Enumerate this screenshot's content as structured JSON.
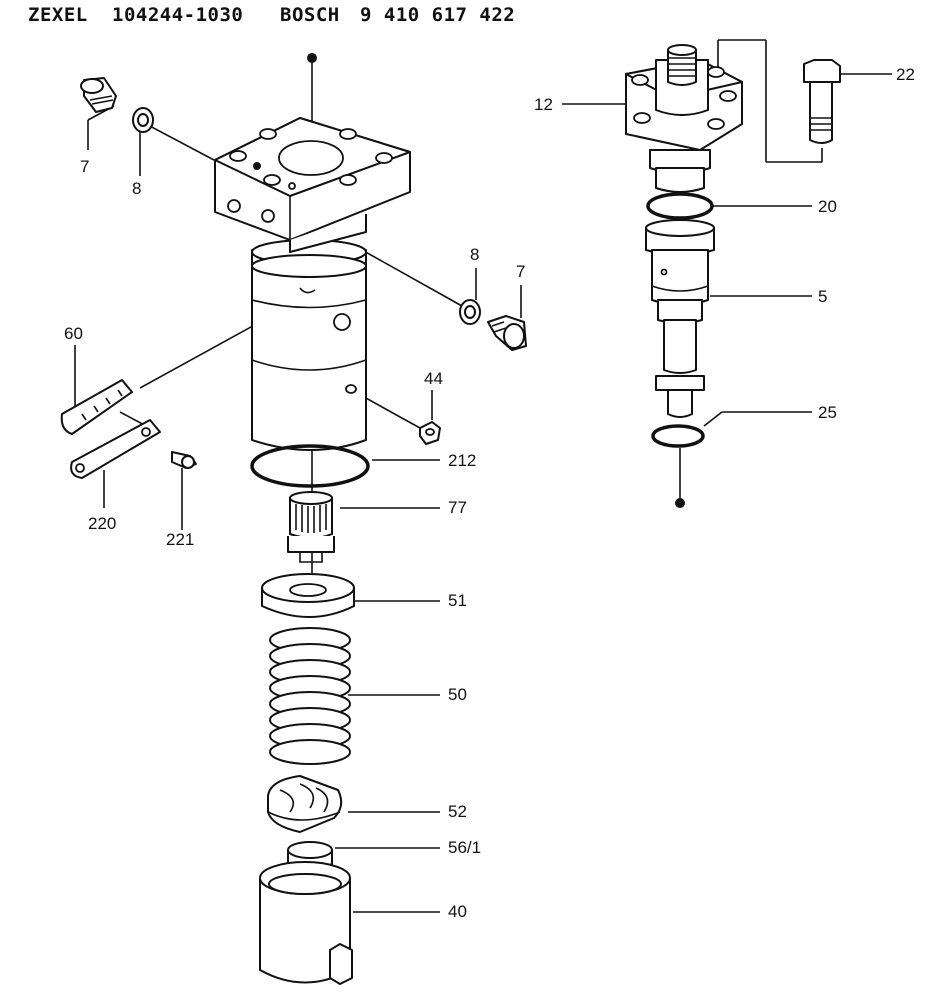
{
  "header": {
    "brand1": "ZEXEL",
    "part1": "104244-1030",
    "brand2": "BOSCH",
    "part2": "9 410 617 422"
  },
  "callouts": {
    "c7a": "7",
    "c8a": "8",
    "c8b": "8",
    "c7b": "7",
    "c60": "60",
    "c44": "44",
    "c212": "212",
    "c220": "220",
    "c221": "221",
    "c77": "77",
    "c51": "51",
    "c50": "50",
    "c52": "52",
    "c561": "56/1",
    "c40": "40",
    "c12": "12",
    "c22": "22",
    "c20": "20",
    "c5": "5",
    "c25": "25"
  },
  "colors": {
    "line": "#111111",
    "background": "#ffffff"
  }
}
